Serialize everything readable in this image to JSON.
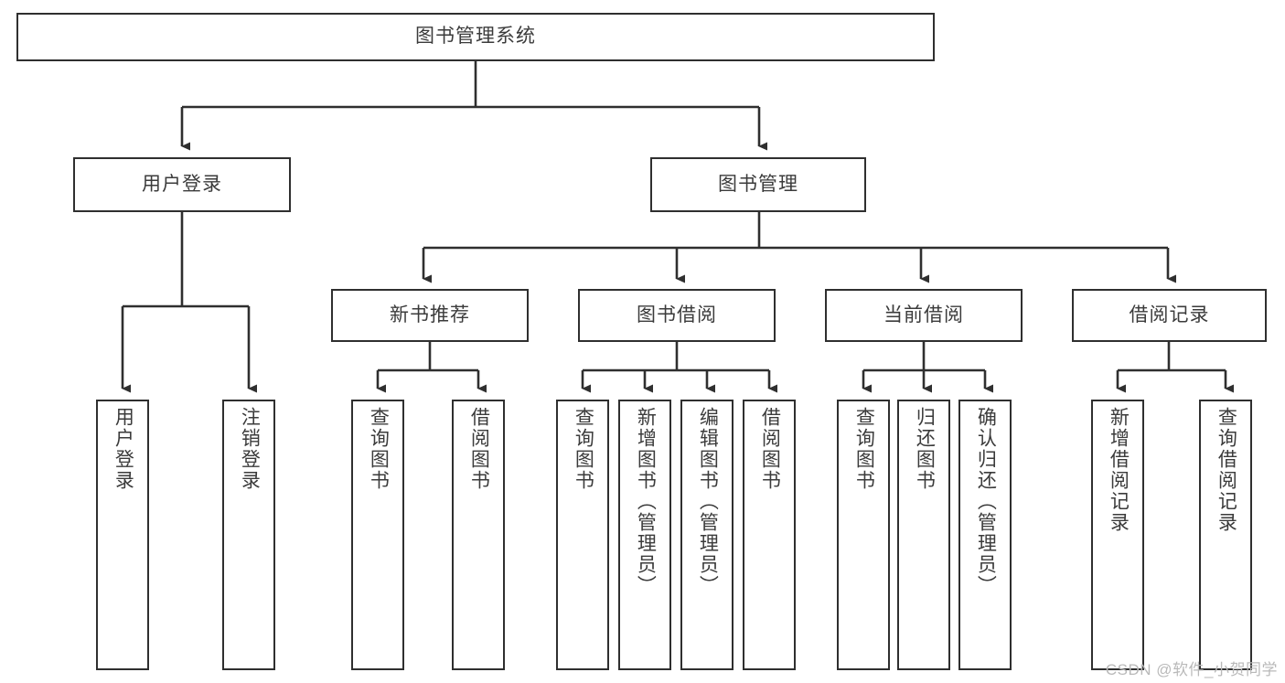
{
  "diagram": {
    "title": "图书管理系统",
    "type": "tree-hierarchy-diagram",
    "colors": {
      "box_border": "#2f2f2f",
      "box_fill": "#ffffff",
      "connector": "#2f2f2f",
      "text": "#3b3b3b",
      "background": "#ffffff",
      "watermark": "#b9b9b9"
    },
    "root": {
      "label": "图书管理系统"
    },
    "level1": [
      {
        "label": "用户登录"
      },
      {
        "label": "图书管理"
      }
    ],
    "level2": [
      {
        "label": "新书推荐"
      },
      {
        "label": "图书借阅"
      },
      {
        "label": "当前借阅"
      },
      {
        "label": "借阅记录"
      }
    ],
    "leaves": {
      "user_login": [
        {
          "label": "用户登录"
        },
        {
          "label": "注销登录"
        }
      ],
      "new_book_recommend": [
        {
          "label": "查询图书"
        },
        {
          "label": "借阅图书"
        }
      ],
      "book_borrow": [
        {
          "label": "查询图书"
        },
        {
          "label": "新增图书（管理员）"
        },
        {
          "label": "编辑图书（管理员）"
        },
        {
          "label": "借阅图书"
        }
      ],
      "current_borrow": [
        {
          "label": "查询图书"
        },
        {
          "label": "归还图书"
        },
        {
          "label": "确认归还（管理员）"
        }
      ],
      "borrow_record": [
        {
          "label": "新增借阅记录"
        },
        {
          "label": "查询借阅记录"
        }
      ]
    },
    "watermark": "CSDN @软件_小贺同学"
  }
}
